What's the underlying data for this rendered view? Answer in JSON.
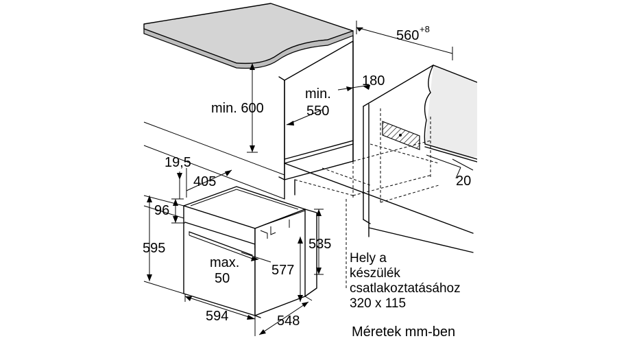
{
  "dimensions": {
    "cabinet_width": "560",
    "cabinet_width_sup": "+8",
    "min_height": "min. 600",
    "min_depth_line1": "min.",
    "min_depth_line2": "550",
    "niche_offset": "180",
    "side_gap": "20",
    "panel_thickness": "19,5",
    "panel_depth": "405",
    "top_strip": "96",
    "total_height": "595",
    "inner_height": "535",
    "front_height": "577",
    "max_label_line1": "max.",
    "max_label_line2": "50",
    "total_width": "594",
    "total_depth": "548"
  },
  "connection_note": {
    "line1": "Hely a",
    "line2": "készülék",
    "line3": "csatlakoztatásához",
    "line4": "320 x 115"
  },
  "units_note": "Méretek mm-ben",
  "colors": {
    "countertop": "#d4d4d4",
    "wall": "#ececec",
    "hatch": "#000000"
  }
}
